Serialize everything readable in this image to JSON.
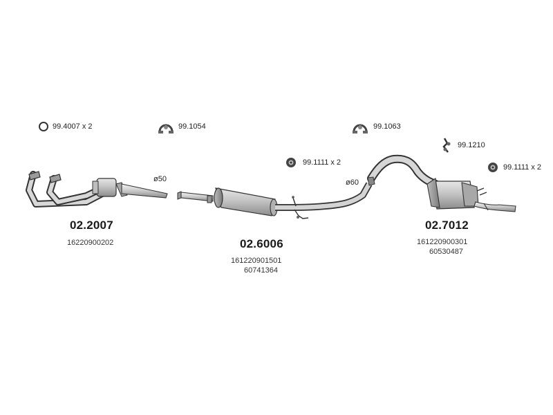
{
  "accessories": [
    {
      "code": "99.4007 x 2",
      "icon": "o-ring-seal-icon"
    },
    {
      "code": "99.1054",
      "icon": "pipe-clamp-icon"
    },
    {
      "code": "99.1063",
      "icon": "pipe-clamp-icon"
    },
    {
      "code": "99.1210",
      "icon": "hanger-bracket-icon"
    },
    {
      "code": "99.1111  x 2",
      "icon": "rubber-mount-icon"
    },
    {
      "code": "99.1111  x 2",
      "icon": "rubber-mount-icon"
    }
  ],
  "sections": [
    {
      "part_number": "02.2007",
      "oem_numbers": [
        "16220900202"
      ],
      "pipe_diameter": "ø50"
    },
    {
      "part_number": "02.6006",
      "oem_numbers": [
        "161220901501",
        "60741364"
      ],
      "pipe_diameter": "ø60"
    },
    {
      "part_number": "02.7012",
      "oem_numbers": [
        "161220900301",
        "60530487"
      ]
    }
  ]
}
